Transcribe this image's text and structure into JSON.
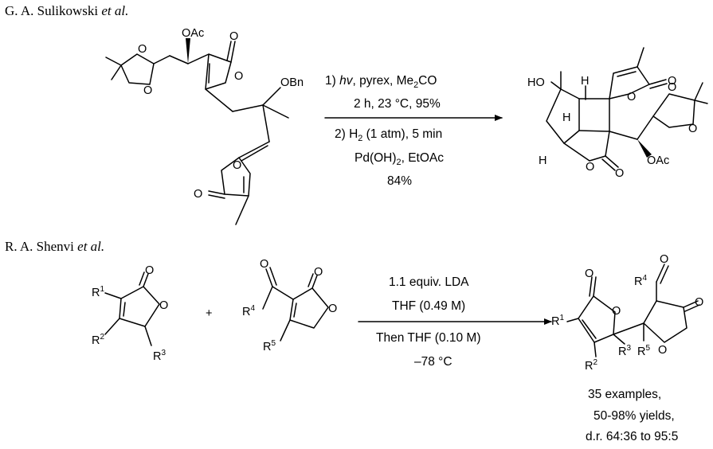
{
  "reaction1": {
    "author_name": "G. A. Sulikowski",
    "author_etal": "et al.",
    "cond1_prefix": "1) ",
    "cond1_hv": "hv",
    "cond1_rest": ", pyrex, Me",
    "cond1_sub": "2",
    "cond1_tail": "CO",
    "cond2": "2 h, 23 °C, 95%",
    "cond3_prefix": "2) H",
    "cond3_sub": "2",
    "cond3_tail": " (1 atm), 5 min",
    "cond4_prefix": "Pd(OH)",
    "cond4_sub": "2",
    "cond4_tail": ", EtOAc",
    "cond5": "84%",
    "labels": {
      "OAc": "OAc",
      "O": "O",
      "OBn": "OBn",
      "HO": "HO",
      "H": "H"
    }
  },
  "reaction2": {
    "author_name": "R. A. Shenvi",
    "author_etal": "et al.",
    "plus": "+",
    "cond1": "1.1 equiv. LDA",
    "cond2": "THF (0.49 M)",
    "cond3": "Then THF (0.10 M)",
    "cond4": "–78 °C",
    "result1": "35 examples,",
    "result2": "50-98% yields,",
    "result3": "d.r. 64:36 to 95:5",
    "labels": {
      "R": "R",
      "sup1": "1",
      "sup2": "2",
      "sup3": "3",
      "sup4": "4",
      "sup5": "5",
      "O": "O"
    }
  }
}
